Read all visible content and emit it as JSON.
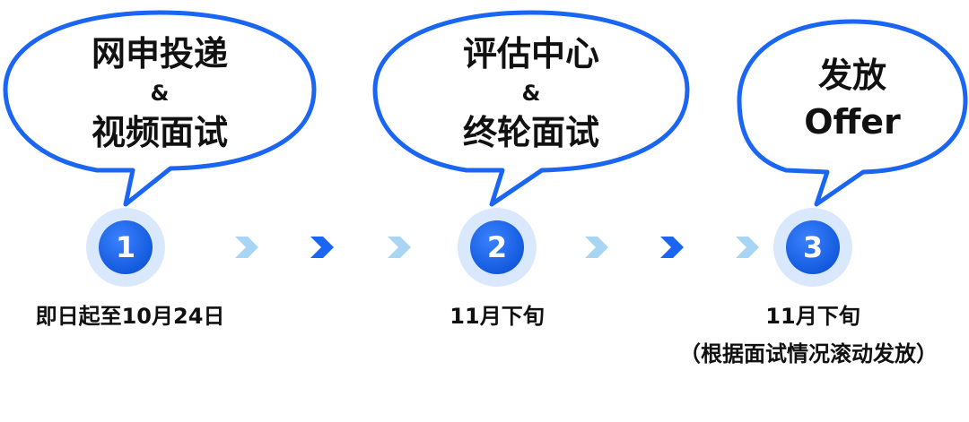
{
  "colors": {
    "accent": "#1a66f2",
    "accent_dark": "#0f55d9",
    "halo": "#d9e8fd",
    "chevron_light": "#a9d5f5",
    "chevron_dark": "#1a66f2"
  },
  "steps": [
    {
      "number": "1",
      "bubble_line1": "网申投递",
      "bubble_amp": "&",
      "bubble_line2": "视频面试",
      "date": "即日起至10月24日",
      "note": ""
    },
    {
      "number": "2",
      "bubble_line1": "评估中心",
      "bubble_amp": "&",
      "bubble_line2": "终轮面试",
      "date": "11月下旬",
      "note": ""
    },
    {
      "number": "3",
      "bubble_line1": "发放",
      "bubble_amp": "",
      "bubble_line2": "Offer",
      "date": "11月下旬",
      "note": "（根据面试情况滚动发放）"
    }
  ],
  "connector_icons": [
    "chevron-right-icon",
    "chevron-right-icon",
    "chevron-right-icon"
  ]
}
